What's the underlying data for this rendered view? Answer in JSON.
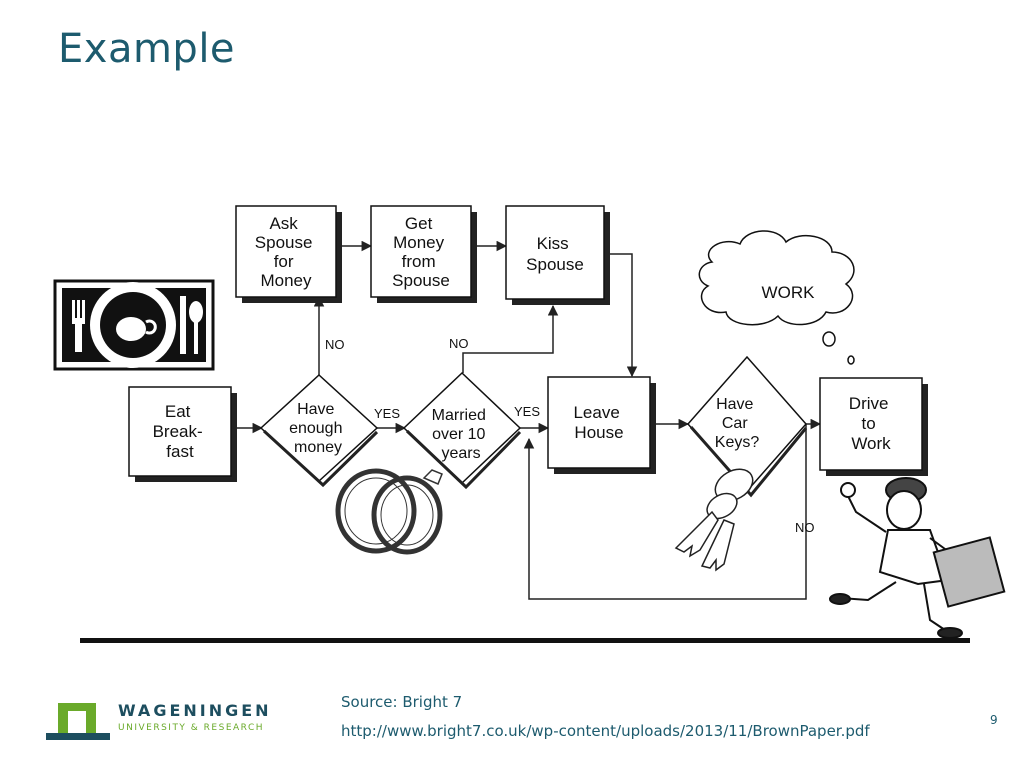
{
  "slide": {
    "title": "Example",
    "page_number": "9"
  },
  "source": {
    "label": "Source: Bright 7",
    "url": "http://www.bright7.co.uk/wp-content/uploads/2013/11/BrownPaper.pdf"
  },
  "logo": {
    "name": "WAGENINGEN",
    "subtitle": "UNIVERSITY & RESEARCH",
    "brand_color": "#1d4e5f",
    "accent_color": "#6aaa2a"
  },
  "flowchart": {
    "nodes": {
      "eat_breakfast": [
        "Eat",
        "Break-",
        "fast"
      ],
      "have_money": [
        "Have",
        "enough",
        "money"
      ],
      "married": [
        "Married",
        "over 10",
        "years"
      ],
      "ask_spouse": [
        "Ask",
        "Spouse",
        "for",
        "Money"
      ],
      "get_money": [
        "Get",
        "Money",
        "from",
        "Spouse"
      ],
      "kiss_spouse": [
        "Kiss",
        "Spouse"
      ],
      "leave_house": [
        "Leave",
        "House"
      ],
      "car_keys": [
        "Have",
        "Car",
        "Keys?"
      ],
      "drive_work": [
        "Drive",
        "to",
        "Work"
      ]
    },
    "cloud": "WORK",
    "edges": {
      "money_no": "NO",
      "money_yes": "YES",
      "married_no": "NO",
      "married_yes": "YES",
      "keys_no": "NO"
    }
  }
}
